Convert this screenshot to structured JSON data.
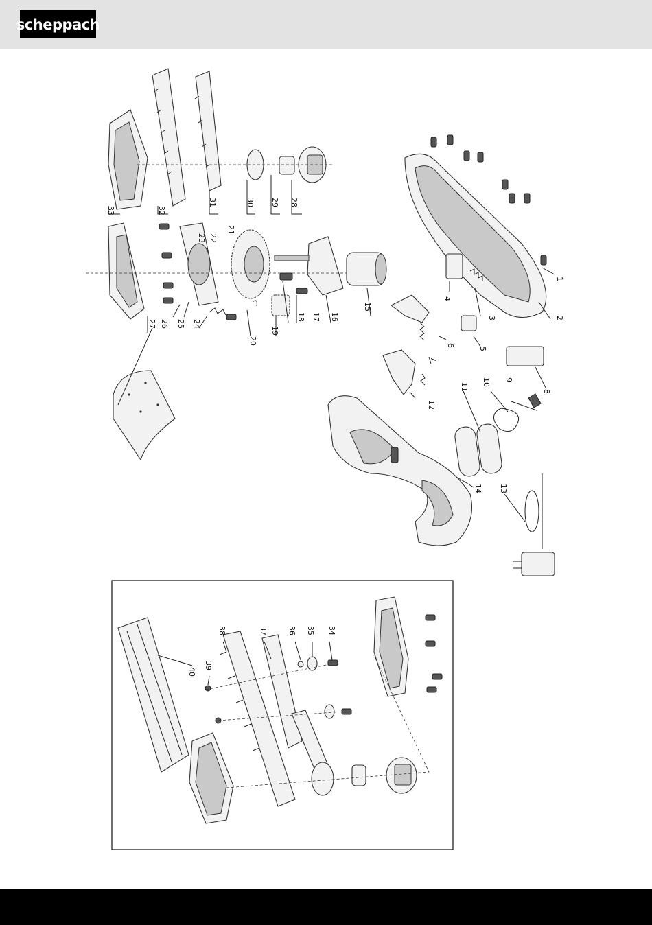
{
  "brand": {
    "logo_text": "scheppach"
  },
  "part_numbers": {
    "p1": "1",
    "p2": "2",
    "p3": "3",
    "p4": "4",
    "p5": "5",
    "p6": "6",
    "p7": "7",
    "p8": "8",
    "p9": "9",
    "p10": "10",
    "p11": "11",
    "p12": "12",
    "p13": "13",
    "p14": "14",
    "p15": "15",
    "p16": "16",
    "p17": "17",
    "p18": "18",
    "p19": "19",
    "p20": "20",
    "p21": "21",
    "p22": "22",
    "p23": "23",
    "p24": "24",
    "p25": "25",
    "p26": "26",
    "p27": "27",
    "p28": "28",
    "p29": "29",
    "p30": "30",
    "p31": "31",
    "p32": "32",
    "p33": "33",
    "p34": "34",
    "p35": "35",
    "p36": "36",
    "p37": "37",
    "p38": "38",
    "p39": "39",
    "p40": "40"
  }
}
